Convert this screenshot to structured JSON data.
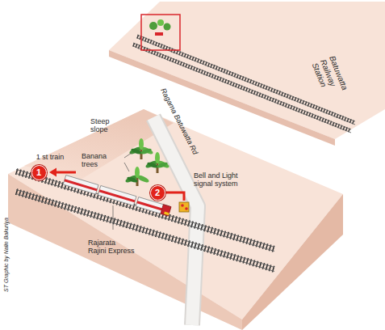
{
  "diagram": {
    "nodes": [
      {
        "text": [
          "1"
        ]
      },
      {
        "text": [
          "2"
        ]
      }
    ],
    "labels": [
      "Batuwatta Railway Station",
      "Steep slope",
      "Ragama Batuwatta Rd",
      "Banana trees",
      "1 st train",
      "Bell and Light signal system",
      "Rajarata Rajini Express",
      "ST Graphic by Nalin Bakuriya"
    ]
  }
}
